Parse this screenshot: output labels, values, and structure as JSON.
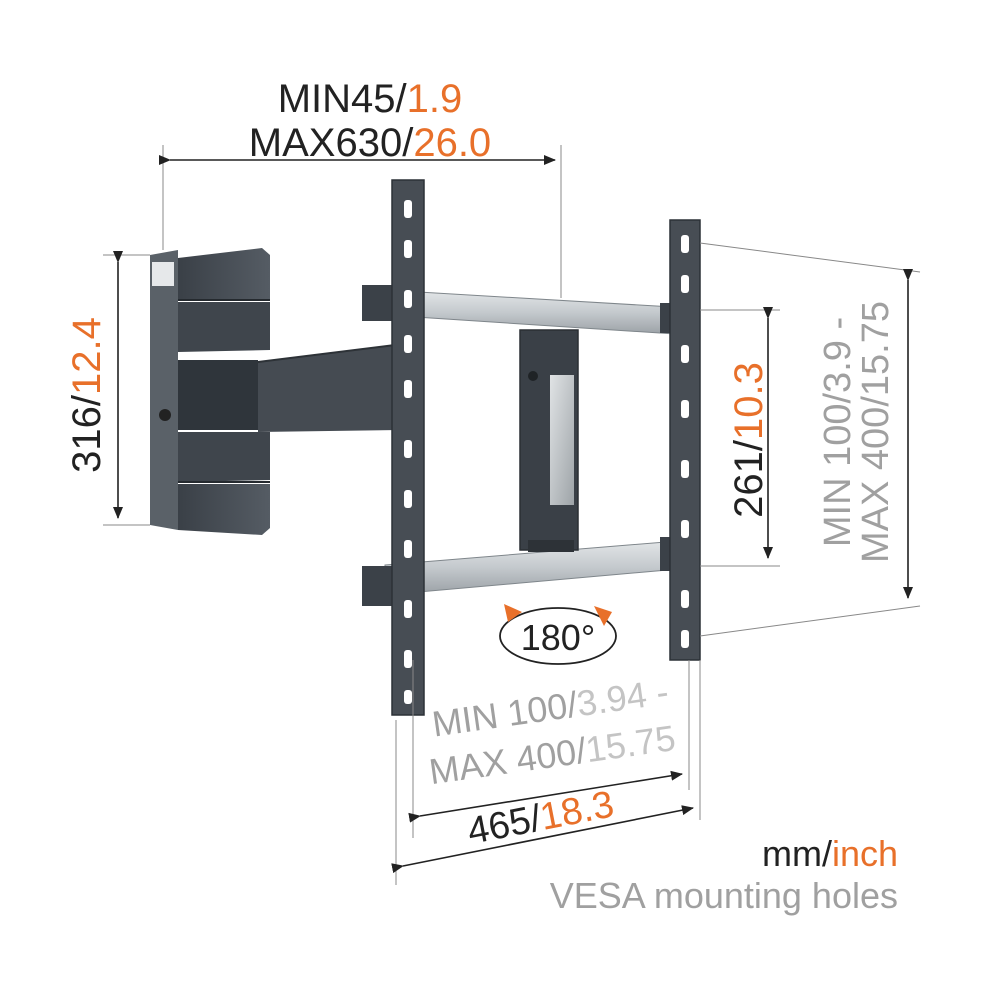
{
  "colors": {
    "dark": "#222222",
    "accent": "#e8702a",
    "gray": "#a0a0a0",
    "metal": "#4a5058",
    "metal_dark": "#33383e",
    "rail": "#cfd3d6",
    "rail_dark": "#9ea4a9"
  },
  "icons": {
    "rotation": "rotate-180-icon",
    "arrowhead": "arrowhead-icon"
  },
  "arm_reach": {
    "min_mm": "MIN45/",
    "min_inch": "1.9",
    "max_mm": "MAX630/",
    "max_inch": "26.0"
  },
  "wall_plate_height": {
    "mm": "316/",
    "inch": "12.4"
  },
  "vertical_hole_distance": {
    "mm": "261/",
    "inch": "10.3"
  },
  "vesa_vertical": {
    "line1": "MIN 100/3.9 -",
    "line2": "MAX 400/15.75"
  },
  "vesa_horizontal": {
    "line1_mm": "MIN 100/",
    "line1_inch": "3.94 -",
    "line2_mm": "MAX 400/",
    "line2_inch": "15.75"
  },
  "width": {
    "mm": "465/",
    "inch": "18.3"
  },
  "rotation": {
    "label": "180°"
  },
  "legend": {
    "unit_mm": "mm/",
    "unit_inch": "inch",
    "vesa_note": "VESA mounting holes"
  }
}
